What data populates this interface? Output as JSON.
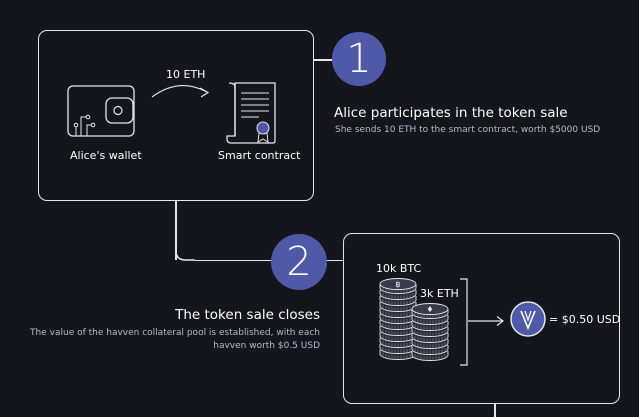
{
  "steps": [
    {
      "number": "1",
      "heading": "Alice participates in the token sale",
      "description": "She sends 10 ETH to the smart contract, worth $5000 USD",
      "wallet_label": "Alice's wallet",
      "contract_label": "Smart contract",
      "transfer_amount": "10 ETH"
    },
    {
      "number": "2",
      "heading": "The token sale closes",
      "description": "The value of the havven collateral pool is established, with each havven worth $0.5 USD",
      "btc_amount": "10k BTC",
      "eth_amount": "3k ETH",
      "havven_price": "= $0.50 USD"
    }
  ],
  "colors": {
    "background": "#15151e",
    "line": "#e6e6ea",
    "accent": "#5059a8",
    "muted_text": "#b8b8c4"
  },
  "icons": [
    "wallet-icon",
    "curved-arrow-icon",
    "contract-scroll-icon",
    "bitcoin-coin-stack-icon",
    "ether-coin-stack-icon",
    "bracket-icon",
    "arrow-right-icon",
    "havven-logo-icon"
  ]
}
